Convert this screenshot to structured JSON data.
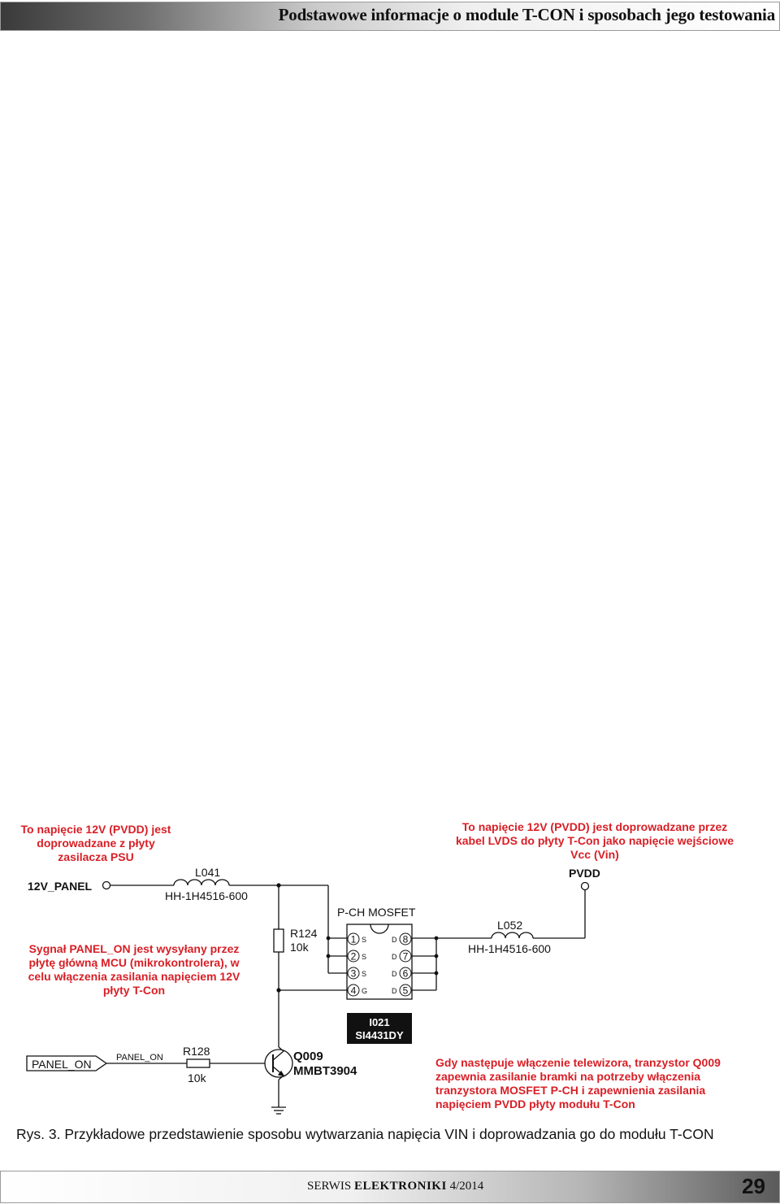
{
  "header": {
    "title": "Podstawowe informacje o module T-CON i sposobach jego testowania"
  },
  "notes": {
    "psu": "To napięcie 12V (PVDD) jest doprowadzane z płyty zasilacza PSU",
    "lvds": "To napięcie 12V (PVDD) jest doprowadzane przez kabel LVDS do płyty T-Con jako napięcie wejściowe Vcc (Vin)",
    "panel_on": "Sygnał PANEL_ON jest wysyłany przez płytę główną MCU (mikrokontrolera), w celu włączenia zasilania napięciem 12V płyty T-Con",
    "q009": "Gdy następuje włączenie telewizora, tranzystor Q009 zapewnia zasilanie bramki na potrzeby włączenia tranzystora MOSFET P-CH i zapewnienia zasilania napięciem PVDD płyty modułu T-Con"
  },
  "schematic": {
    "net_12v_panel": "12V_PANEL",
    "pvdd": "PVDD",
    "l041_ref": "L041",
    "l041_val": "HH-1H4516-600",
    "l052_ref": "L052",
    "l052_val": "HH-1H4516-600",
    "r124_ref": "R124",
    "r124_val": "10k",
    "mosfet_type": "P-CH MOSFET",
    "ic_ref": "I021",
    "ic_part": "SI4431DY",
    "pins_left": [
      {
        "num": "1",
        "name": "S"
      },
      {
        "num": "2",
        "name": "S"
      },
      {
        "num": "3",
        "name": "S"
      },
      {
        "num": "4",
        "name": "G"
      }
    ],
    "pins_right": [
      {
        "num": "8",
        "name": "D"
      },
      {
        "num": "7",
        "name": "D"
      },
      {
        "num": "6",
        "name": "D"
      },
      {
        "num": "5",
        "name": "D"
      }
    ],
    "panel_on_connector": "PANEL_ON",
    "panel_on_net": "PANEL_ON",
    "r128_ref": "R128",
    "r128_val": "10k",
    "q009_ref": "Q009",
    "q009_part": "MMBT3904"
  },
  "caption": "Rys. 3. Przykładowe przedstawienie sposobu wytwarzania napięcia VIN i doprowadzania go do modułu T-CON",
  "footer": {
    "magazine_a": "SERWIS",
    "magazine_b": "ELEKTRONIKI",
    "issue": "4/2014",
    "page_number": "29"
  }
}
